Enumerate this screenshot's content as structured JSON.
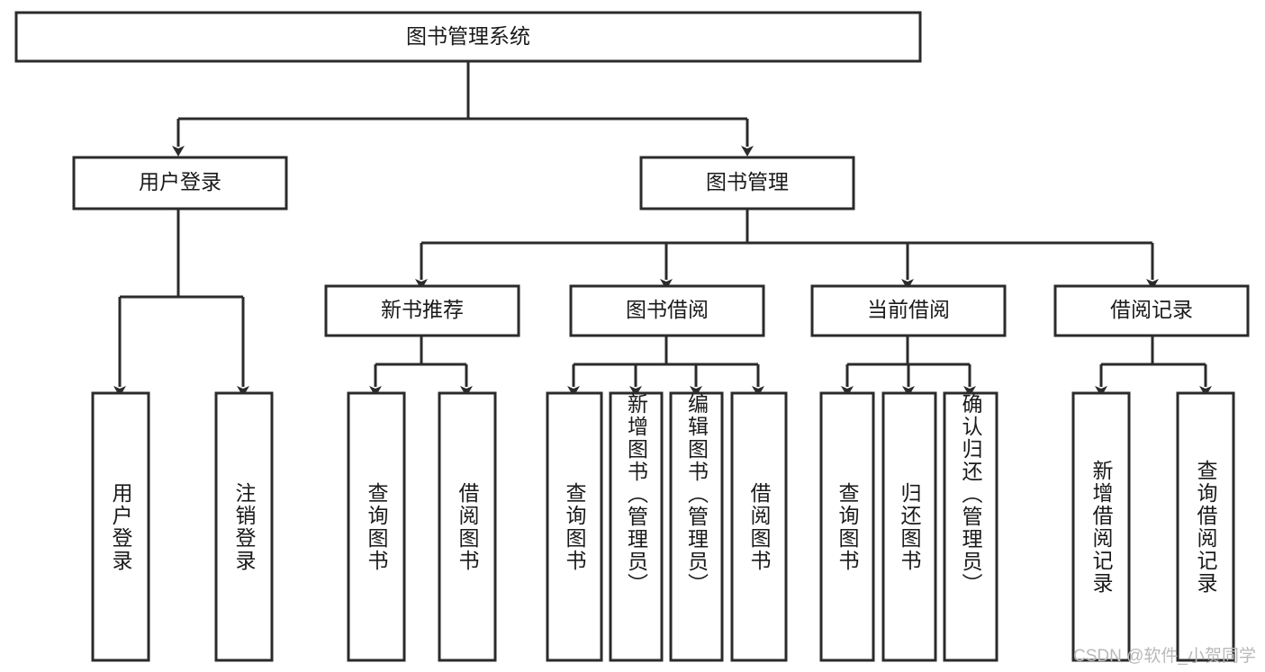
{
  "diagram": {
    "type": "tree-hierarchy",
    "title": "图书管理系统",
    "root": {
      "id": "root",
      "label": "图书管理系统",
      "orientation": "horizontal"
    },
    "level2": [
      {
        "id": "user-login",
        "label": "用户登录",
        "orientation": "horizontal"
      },
      {
        "id": "book-manage",
        "label": "图书管理",
        "orientation": "horizontal"
      }
    ],
    "level3": [
      {
        "id": "new-book-recommend",
        "label": "新书推荐",
        "parent": "book-manage",
        "orientation": "horizontal"
      },
      {
        "id": "book-borrow",
        "label": "图书借阅",
        "parent": "book-manage",
        "orientation": "horizontal"
      },
      {
        "id": "current-borrow",
        "label": "当前借阅",
        "parent": "book-manage",
        "orientation": "horizontal"
      },
      {
        "id": "borrow-record",
        "label": "借阅记录",
        "parent": "book-manage",
        "orientation": "horizontal"
      }
    ],
    "leaves": [
      {
        "id": "leaf-user-login",
        "label": "用户登录",
        "parent": "user-login",
        "orientation": "vertical"
      },
      {
        "id": "leaf-user-logout",
        "label": "注销登录",
        "parent": "user-login",
        "orientation": "vertical"
      },
      {
        "id": "leaf-query-book-1",
        "label": "查询图书",
        "parent": "new-book-recommend",
        "orientation": "vertical"
      },
      {
        "id": "leaf-borrow-book-1",
        "label": "借阅图书",
        "parent": "new-book-recommend",
        "orientation": "vertical"
      },
      {
        "id": "leaf-query-book-2",
        "label": "查询图书",
        "parent": "book-borrow",
        "orientation": "vertical"
      },
      {
        "id": "leaf-add-book",
        "label": "新增图书（管理员）",
        "parent": "book-borrow",
        "orientation": "vertical"
      },
      {
        "id": "leaf-edit-book",
        "label": "编辑图书（管理员）",
        "parent": "book-borrow",
        "orientation": "vertical"
      },
      {
        "id": "leaf-borrow-book-2",
        "label": "借阅图书",
        "parent": "book-borrow",
        "orientation": "vertical"
      },
      {
        "id": "leaf-query-book-3",
        "label": "查询图书",
        "parent": "current-borrow",
        "orientation": "vertical"
      },
      {
        "id": "leaf-return-book",
        "label": "归还图书",
        "parent": "current-borrow",
        "orientation": "vertical"
      },
      {
        "id": "leaf-confirm-return",
        "label": "确认归还（管理员）",
        "parent": "current-borrow",
        "orientation": "vertical"
      },
      {
        "id": "leaf-add-record",
        "label": "新增借阅记录",
        "parent": "borrow-record",
        "orientation": "vertical"
      },
      {
        "id": "leaf-query-record",
        "label": "查询借阅记录",
        "parent": "borrow-record",
        "orientation": "vertical"
      }
    ],
    "colors": {
      "stroke": "#2b2b2b",
      "fill": "#ffffff",
      "text": "#1a1a1a",
      "watermark": "#b9b9b9",
      "background": "#ffffff"
    }
  },
  "watermark": {
    "text": "CSDN @软件_小贺同学"
  }
}
